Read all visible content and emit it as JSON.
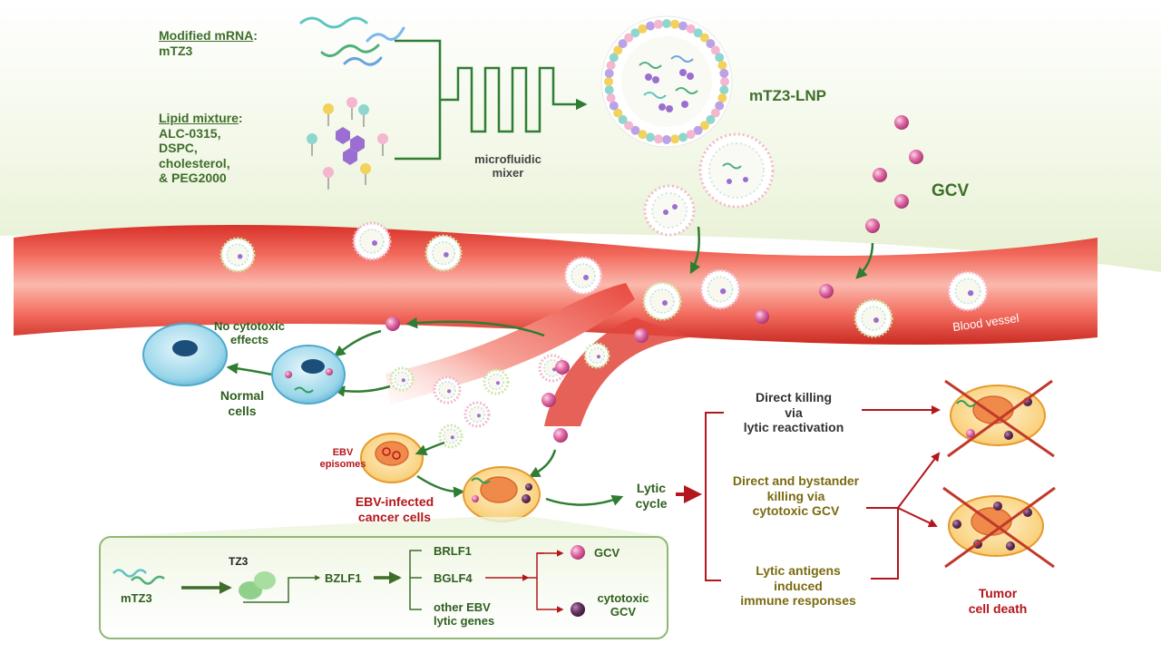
{
  "inputs": {
    "mrna_title": "Modified mRNA",
    "mrna_colon": ":",
    "mrna_name": "mTZ3",
    "lipid_title": "Lipid mixture",
    "lipid_colon": ":",
    "lipid_items": [
      "ALC-0315,",
      "DSPC,",
      "cholesterol,",
      "& PEG2000"
    ]
  },
  "mixer": {
    "line1": "microfluidic",
    "line2": "mixer"
  },
  "lnp_label": "mTZ3-LNP",
  "gcv_label": "GCV",
  "vessel_label": "Blood vessel",
  "normal": {
    "no_effect_line1": "No cytotoxic",
    "no_effect_line2": "effects",
    "cells_line1": "Normal",
    "cells_line2": "cells"
  },
  "ebv": {
    "episomes_line1": "EBV",
    "episomes_line2": "episomes",
    "cancer_line1": "EBV-infected",
    "cancer_line2": "cancer cells"
  },
  "lytic": {
    "line1": "Lytic",
    "line2": "cycle"
  },
  "mechanisms": {
    "direct_line1": "Direct killing",
    "direct_line2": "via",
    "direct_line3": "lytic reactivation",
    "bystander_line1": "Direct and bystander",
    "bystander_line2": "killing via",
    "bystander_line3": "cytotoxic GCV",
    "antigen_line1": "Lytic antigens",
    "antigen_line2": "induced",
    "antigen_line3": "immune responses"
  },
  "outcome": {
    "line1": "Tumor",
    "line2": "cell death"
  },
  "pathway": {
    "mtz3": "mTZ3",
    "tz3": "TZ3",
    "bzlf1": "BZLF1",
    "brlf1": "BRLF1",
    "bglf4": "BGLF4",
    "other_line1": "other EBV",
    "other_line2": "lytic genes",
    "gcv": "GCV",
    "cytotoxic_line1": "cytotoxic",
    "cytotoxic_line2": "GCV"
  },
  "colors": {
    "vessel": "#e94a3f",
    "arrow_green": "#2e7d32",
    "arrow_red": "#b3161b",
    "gcv_ball": "#d9609a",
    "cytotoxic_gcv": "#5a2a55",
    "cell_blue": "#5bb6d6",
    "cell_orange": "#f7c66a",
    "bg_top": "#eef5df"
  }
}
